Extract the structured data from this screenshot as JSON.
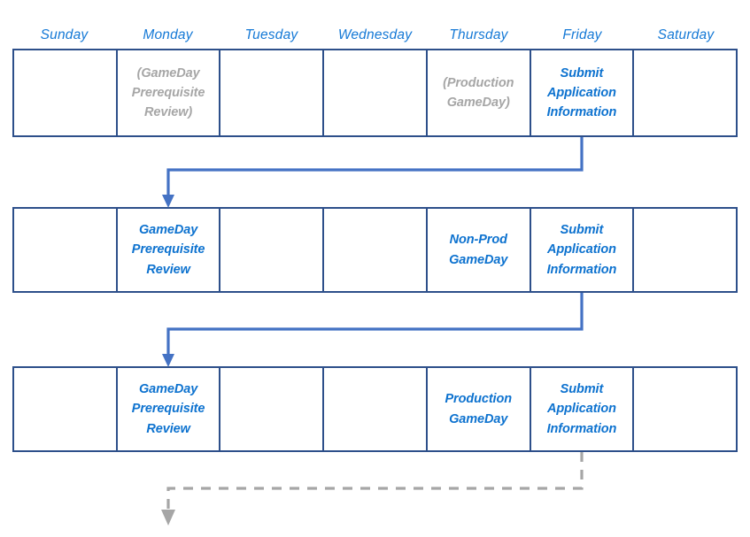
{
  "diagram": {
    "title": "GameDay three-week schedule calendar",
    "colors": {
      "grid_border": "#2d4f8a",
      "active_text": "#0d72cf",
      "muted_text": "#a6a6a6",
      "header_text": "#1579d6",
      "solid_connector": "#4472c4",
      "dashed_connector": "#a6a6a6"
    }
  },
  "day_headers": [
    {
      "label": "Sunday"
    },
    {
      "label": "Monday"
    },
    {
      "label": "Tuesday"
    },
    {
      "label": "Wednesday"
    },
    {
      "label": "Thursday"
    },
    {
      "label": "Friday"
    },
    {
      "label": "Saturday"
    }
  ],
  "weeks": [
    {
      "name": "week-1",
      "cells": [
        {
          "day": "Sunday",
          "text": "",
          "tone": "empty"
        },
        {
          "day": "Monday",
          "text": "(GameDay\nPrerequisite\nReview)",
          "tone": "muted"
        },
        {
          "day": "Tuesday",
          "text": "",
          "tone": "empty"
        },
        {
          "day": "Wednesday",
          "text": "",
          "tone": "empty"
        },
        {
          "day": "Thursday",
          "text": "(Production\nGameDay)",
          "tone": "muted"
        },
        {
          "day": "Friday",
          "text": "Submit\nApplication\nInformation",
          "tone": "active"
        },
        {
          "day": "Saturday",
          "text": "",
          "tone": "empty"
        }
      ]
    },
    {
      "name": "week-2",
      "cells": [
        {
          "day": "Sunday",
          "text": "",
          "tone": "empty"
        },
        {
          "day": "Monday",
          "text": "GameDay\nPrerequisite\nReview",
          "tone": "active"
        },
        {
          "day": "Tuesday",
          "text": "",
          "tone": "empty"
        },
        {
          "day": "Wednesday",
          "text": "",
          "tone": "empty"
        },
        {
          "day": "Thursday",
          "text": "Non-Prod\nGameDay",
          "tone": "active"
        },
        {
          "day": "Friday",
          "text": "Submit\nApplication\nInformation",
          "tone": "active"
        },
        {
          "day": "Saturday",
          "text": "",
          "tone": "empty"
        }
      ]
    },
    {
      "name": "week-3",
      "cells": [
        {
          "day": "Sunday",
          "text": "",
          "tone": "empty"
        },
        {
          "day": "Monday",
          "text": "GameDay\nPrerequisite\nReview",
          "tone": "active"
        },
        {
          "day": "Tuesday",
          "text": "",
          "tone": "empty"
        },
        {
          "day": "Wednesday",
          "text": "",
          "tone": "empty"
        },
        {
          "day": "Thursday",
          "text": "Production\nGameDay",
          "tone": "active"
        },
        {
          "day": "Friday",
          "text": "Submit\nApplication\nInformation",
          "tone": "active"
        },
        {
          "day": "Saturday",
          "text": "",
          "tone": "empty"
        }
      ]
    }
  ],
  "connectors": [
    {
      "name": "week1-friday-to-week2-monday",
      "style": "solid",
      "from": "Week 1 Friday",
      "to": "Week 2 Monday"
    },
    {
      "name": "week2-friday-to-week3-monday",
      "style": "solid",
      "from": "Week 2 Friday",
      "to": "Week 3 Monday"
    },
    {
      "name": "week3-friday-to-next-cycle",
      "style": "dashed",
      "from": "Week 3 Friday",
      "to": "Next cycle"
    }
  ]
}
